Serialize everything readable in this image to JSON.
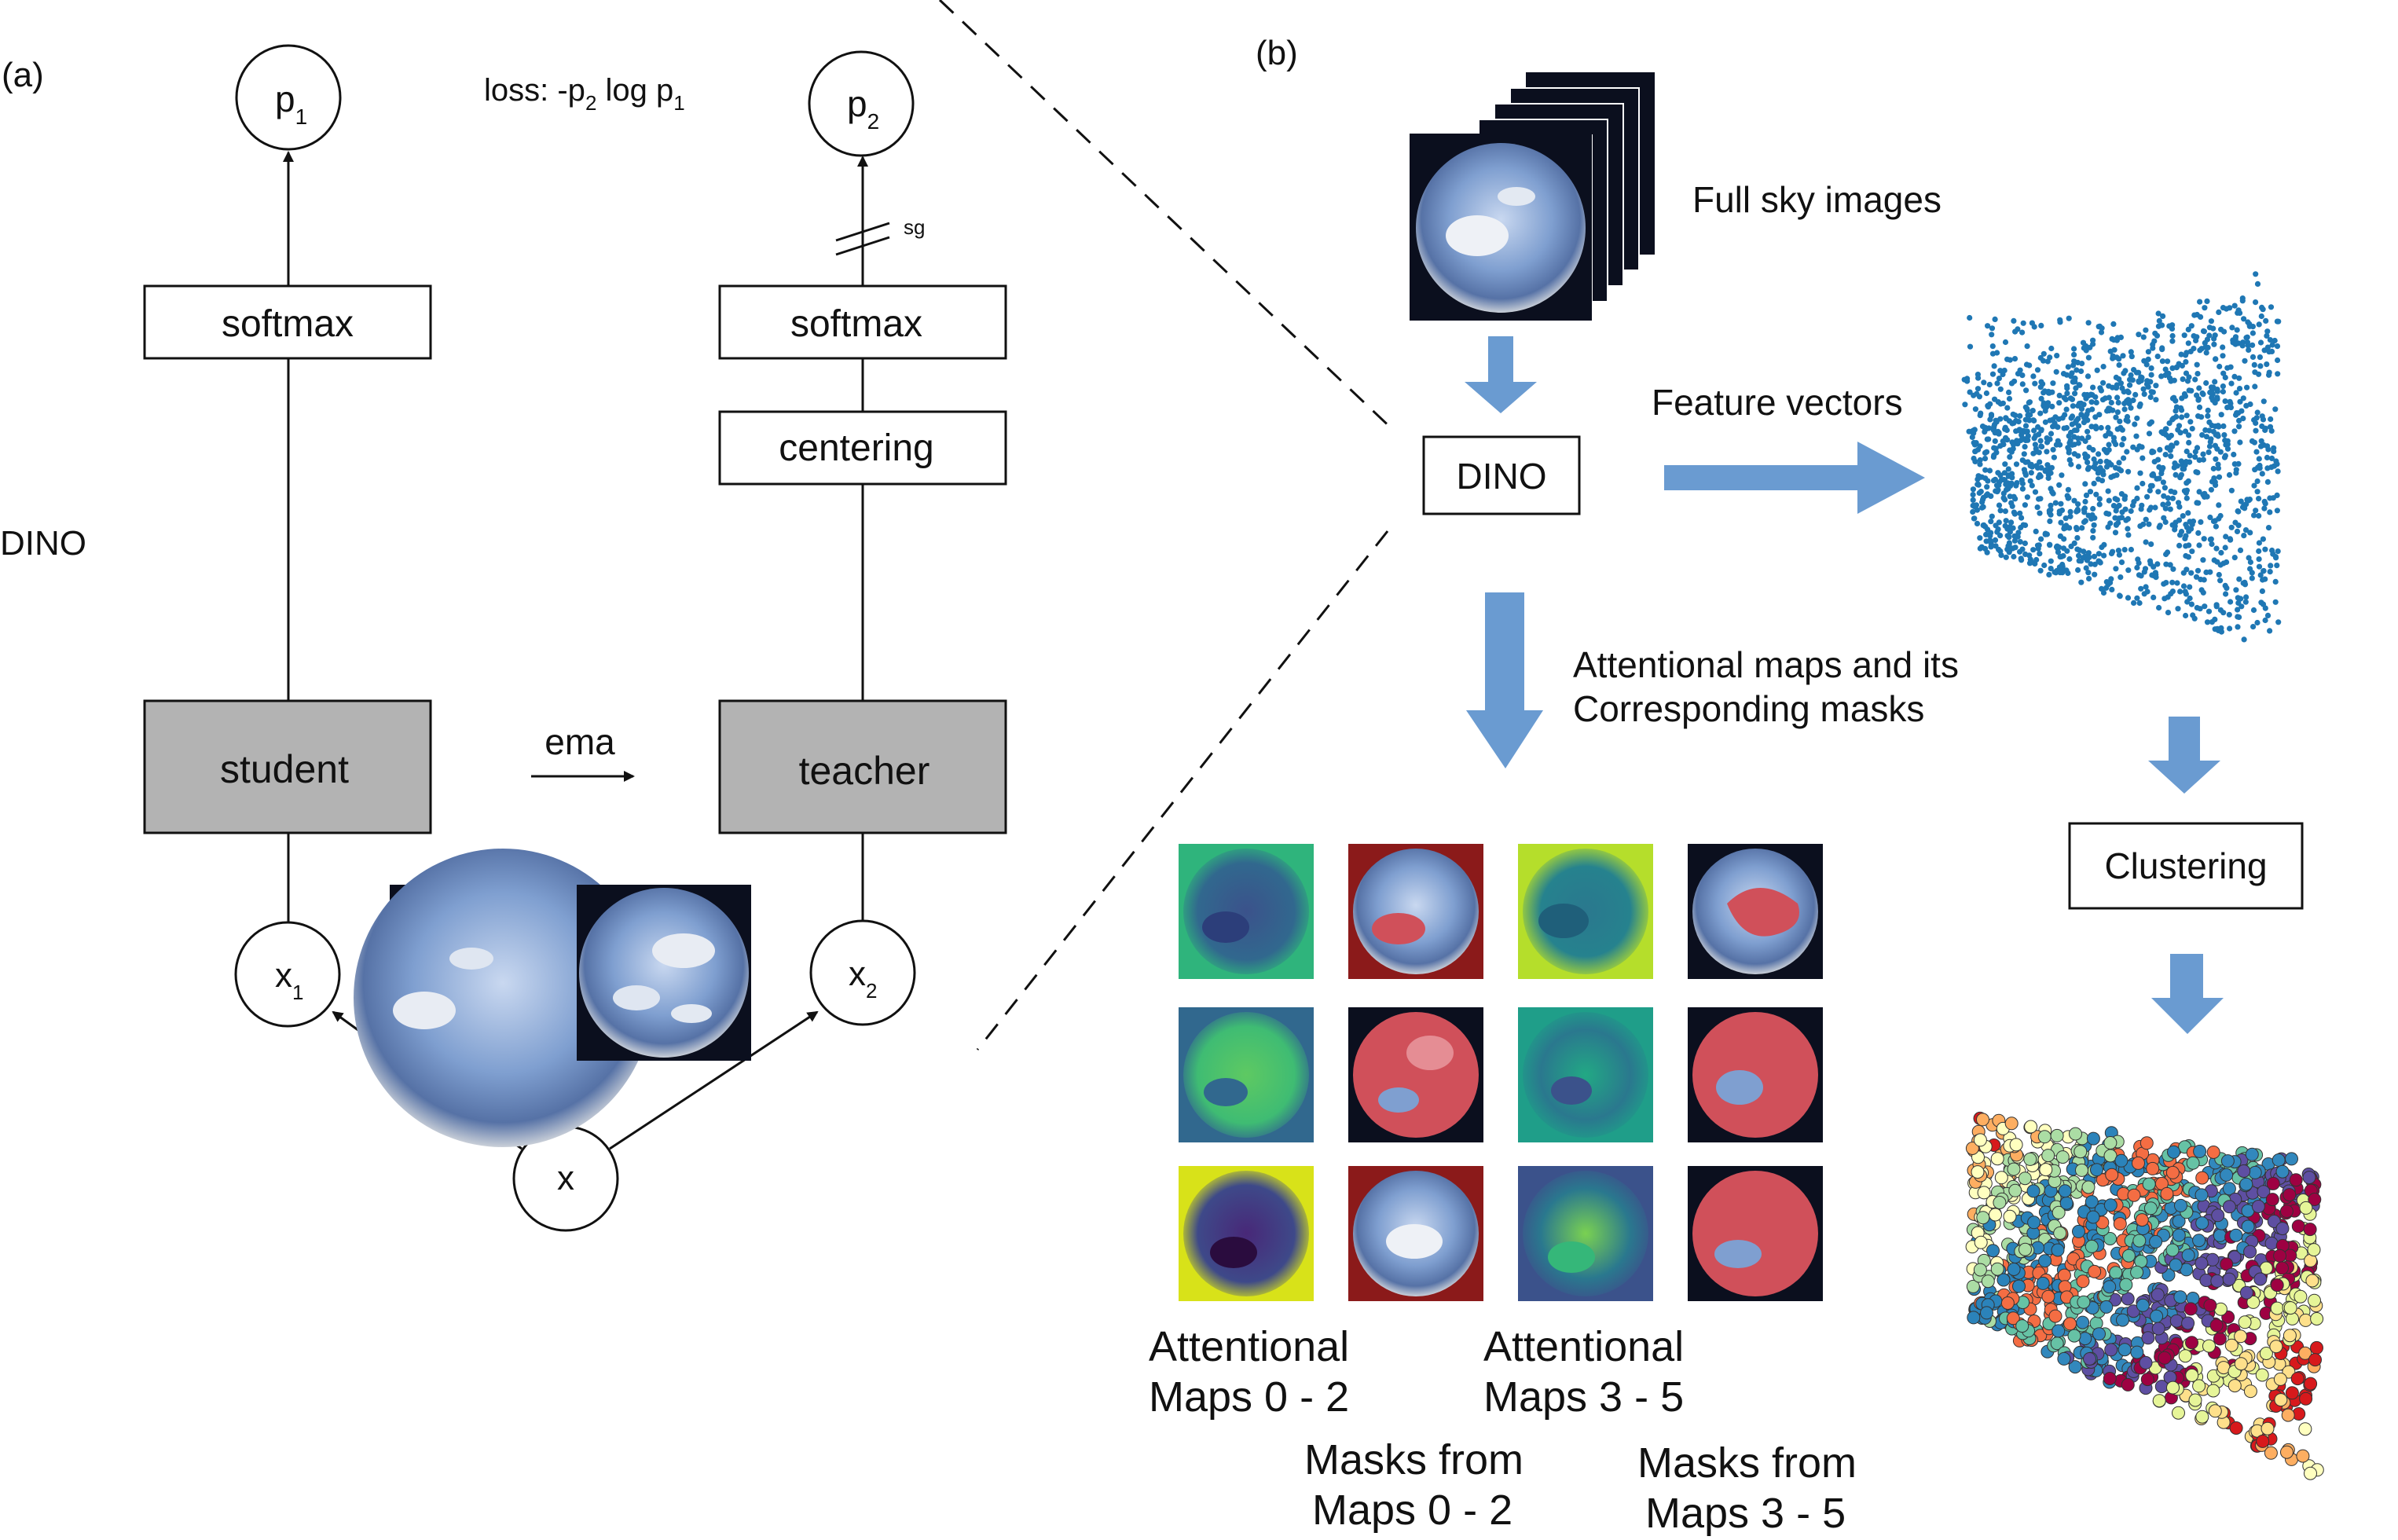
{
  "panel_a": {
    "label": "(a)",
    "side_label": "DINO",
    "loss_text": {
      "main": "loss: -p",
      "sub1": "2",
      "mid": " log p",
      "sub2": "1"
    },
    "p1": {
      "main": "p",
      "sub": "1"
    },
    "p2": {
      "main": "p",
      "sub": "2"
    },
    "student_softmax": "softmax",
    "teacher_softmax": "softmax",
    "centering": "centering",
    "student": "student",
    "teacher": "teacher",
    "ema": "ema",
    "sg": "sg",
    "x1": {
      "main": "x",
      "sub": "1"
    },
    "x2": {
      "main": "x",
      "sub": "2"
    },
    "x": "x"
  },
  "panel_b": {
    "label": "(b)",
    "full_sky_images": "Full sky images",
    "dino": "DINO",
    "feature_vectors": "Feature vectors",
    "attentional_caption_line1": "Attentional maps and its",
    "attentional_caption_line2": "Corresponding masks",
    "clustering": "Clustering",
    "maps_0_2_line1": "Attentional",
    "maps_0_2_line2": "Maps 0 - 2",
    "maps_3_5_line1": "Attentional",
    "maps_3_5_line2": "Maps 3 - 5",
    "masks_0_2_line1": "Masks from",
    "masks_0_2_line2": "Maps 0 - 2",
    "masks_3_5_line1": "Masks from",
    "masks_3_5_line2": "Maps 3 - 5"
  },
  "colors": {
    "arrow_blue": "#6a9bd1",
    "scatter_blue": "#1f77b4",
    "gray_box": "#b3b3b3",
    "sky_blue": "#7f9fd0",
    "dark_bg": "#0b0f1e",
    "red_bg": "#8b1a1a",
    "viridis_green": "#2fb47c",
    "viridis_yellow": "#d8e219",
    "viridis_purple": "#440154",
    "mask_red": "#d0505a"
  },
  "cluster_palette": [
    "#d7191c",
    "#fdae61",
    "#ffffbf",
    "#abdda4",
    "#2b83ba",
    "#f46d43",
    "#66c2a5",
    "#3288bd",
    "#5e4fa2",
    "#9e0142",
    "#e6f598",
    "#fee08b"
  ]
}
